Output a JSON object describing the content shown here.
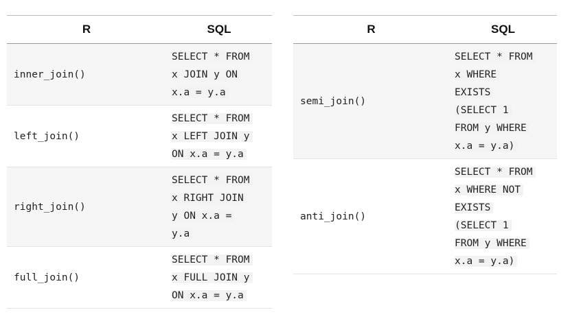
{
  "left_table": {
    "headers": {
      "r": "R",
      "sql": "SQL"
    },
    "rows": [
      {
        "r": "inner_join()",
        "sql": [
          "SELECT * FROM",
          "x JOIN y ON",
          "x.a = y.a"
        ]
      },
      {
        "r": "left_join()",
        "sql": [
          "SELECT * FROM",
          "x LEFT JOIN y",
          "ON x.a = y.a"
        ]
      },
      {
        "r": "right_join()",
        "sql": [
          "SELECT * FROM",
          "x RIGHT JOIN",
          "y ON x.a =",
          "y.a"
        ]
      },
      {
        "r": "full_join()",
        "sql": [
          "SELECT * FROM",
          "x FULL JOIN y",
          "ON x.a = y.a"
        ]
      }
    ]
  },
  "right_table": {
    "headers": {
      "r": "R",
      "sql": "SQL"
    },
    "rows": [
      {
        "r": "semi_join()",
        "sql": [
          "SELECT * FROM",
          "x WHERE",
          "EXISTS",
          "(SELECT 1",
          "FROM y WHERE",
          "x.a = y.a)"
        ]
      },
      {
        "r": "anti_join()",
        "sql": [
          "SELECT * FROM",
          "x WHERE NOT",
          "EXISTS",
          "(SELECT 1",
          "FROM y WHERE",
          "x.a = y.a)"
        ]
      }
    ]
  }
}
